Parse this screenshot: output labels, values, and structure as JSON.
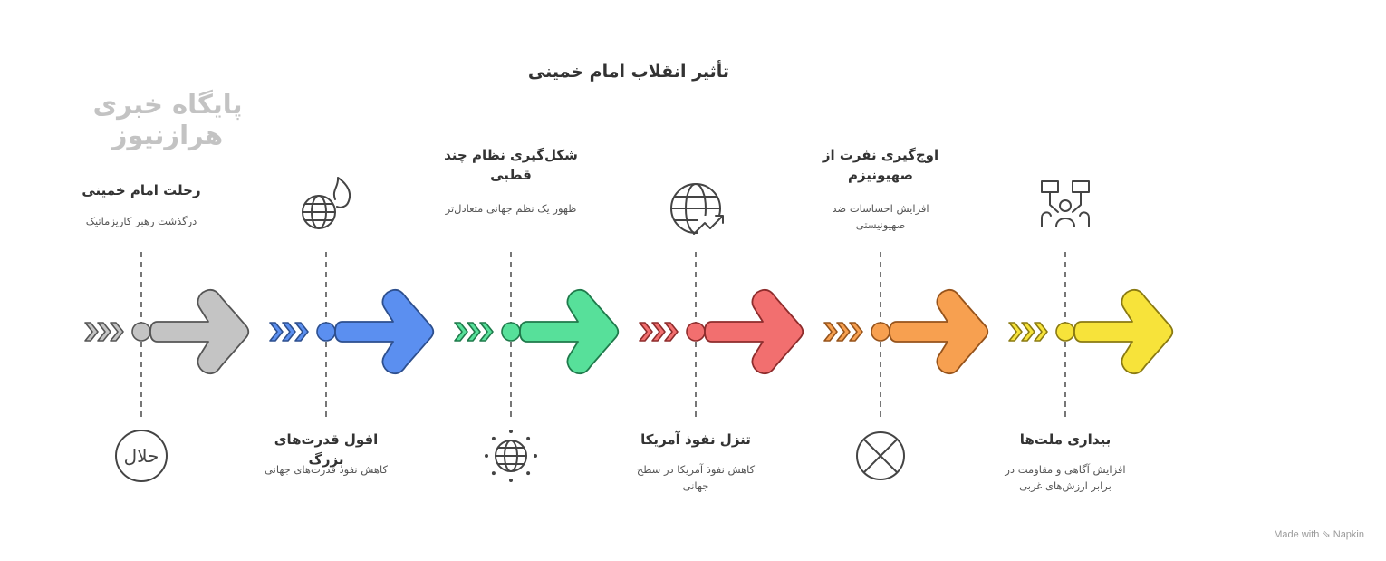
{
  "title": "تأثیر انقلاب امام خمینی",
  "watermark": "پایگاه خبری هرازنیوز",
  "footer": {
    "made_with": "Made with",
    "brand": "Napkin"
  },
  "stages": [
    {
      "heading": "رحلت امام خمینی",
      "description": "درگذشت رهبر کاریزماتیک",
      "position": "top",
      "color": "#c4c4c4",
      "stroke": "#555555",
      "icon": "halal-text-icon",
      "icon_text": "حلال"
    },
    {
      "heading": "افول قدرت‌های بزرگ",
      "description": "کاهش نفوذ قدرت‌های جهانی",
      "position": "bottom",
      "color": "#5b8ff0",
      "stroke": "#2d4f8e",
      "icon": "burning-globe-icon"
    },
    {
      "heading": "شکل‌گیری نظام چند قطبی",
      "description": "ظهور یک نظم جهانی متعادل‌تر",
      "position": "top",
      "color": "#57e09a",
      "stroke": "#1f7a4b",
      "icon": "globe-network-icon"
    },
    {
      "heading": "تنزل نفوذ آمریکا",
      "description": "کاهش نفوذ آمریکا در سطح جهانی",
      "position": "bottom",
      "color": "#f26f6f",
      "stroke": "#8e2c2c",
      "icon": "globe-trend-icon"
    },
    {
      "heading": "اوج‌گیری نفرت از صهیونیزم",
      "description": "افزایش احساسات ضد صهیونیستی",
      "position": "top",
      "color": "#f7a050",
      "stroke": "#96531b",
      "icon": "x-circle-icon"
    },
    {
      "heading": "بیداری ملت‌ها",
      "description": "افزایش آگاهی و مقاومت در برابر ارزش‌های غربی",
      "position": "bottom",
      "color": "#f7e33a",
      "stroke": "#8a7a12",
      "icon": "protest-crowd-icon"
    }
  ]
}
